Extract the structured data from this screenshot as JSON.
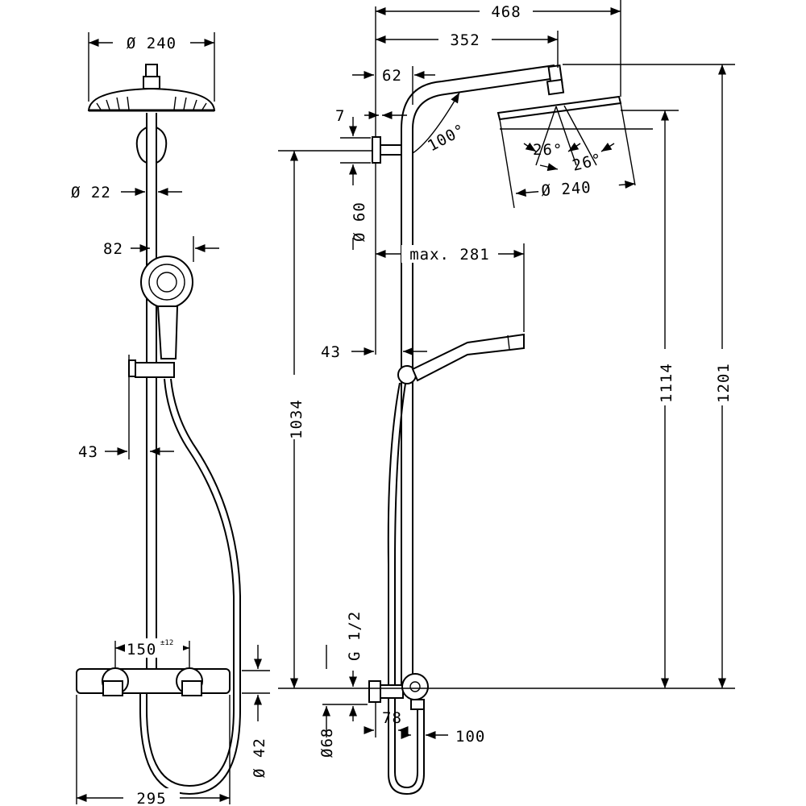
{
  "front_view": {
    "head_diameter": "Ø 240",
    "pipe_diameter": "Ø 22",
    "handshower_width": "82",
    "rail_offset": "43",
    "valve_spacing": "150",
    "valve_spacing_tol": "±12",
    "inlet_diameter": "Ø 42",
    "overall_width": "295"
  },
  "side_view": {
    "overall_reach": "468",
    "arm_reach": "352",
    "arm_radius": "62",
    "wall_plate_depth": "7",
    "arm_angle": "100°",
    "spray_angle_1": "26°",
    "spray_angle_2": "26°",
    "head_diameter": "Ø 240",
    "rosette_diameter": "Ø 60",
    "handshower_reach": "max. 281",
    "rail_offset": "43",
    "rail_height": "1034",
    "head_height": "1114",
    "total_height": "1201",
    "thread": "G 1/2",
    "escutcheon_diameter": "Ø68",
    "valve_depth": "78",
    "valve_body_depth": "100"
  }
}
